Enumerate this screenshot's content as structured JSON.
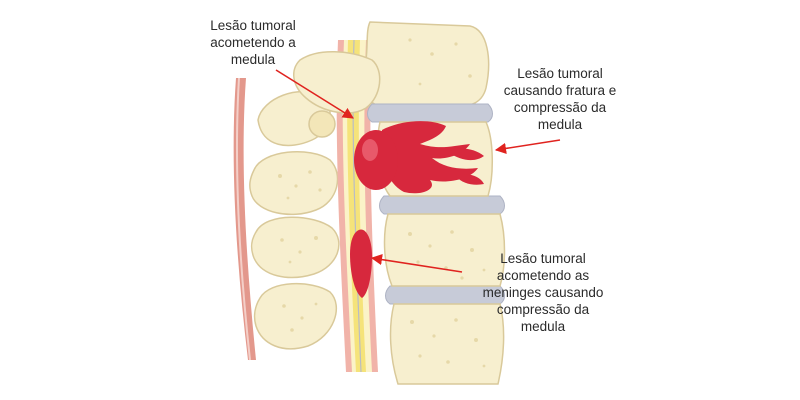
{
  "colors": {
    "bone": "#f7efcf",
    "bone_outline": "#d9c99a",
    "bone_spot": "#e6d8a8",
    "disc": "#c7cbd8",
    "ligament": "#e3988c",
    "dura": "#f1b3a9",
    "cord": "#f5e37a",
    "csf": "#fbf3c8",
    "tumor": "#d7283d",
    "tumor_dark": "#a81427",
    "arrow": "#e0231f",
    "text": "#2b2b2b"
  },
  "annotations": [
    {
      "id": "spinal-cord-lesion",
      "lines": [
        "Lesão tumoral",
        "acometendo a",
        "medula"
      ]
    },
    {
      "id": "fracture-lesion",
      "lines": [
        "Lesão tumoral",
        "causando fratura e",
        "compressão da",
        "medula"
      ]
    },
    {
      "id": "meninges-lesion",
      "lines": [
        "Lesão tumoral",
        "acometendo as",
        "meninges causando",
        "compressão da",
        "medula"
      ]
    }
  ]
}
